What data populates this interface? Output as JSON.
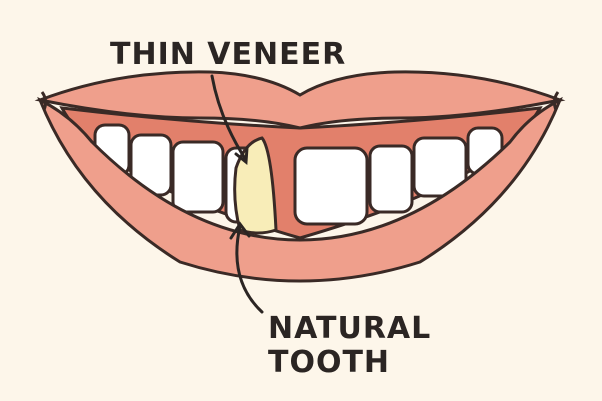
{
  "labels": {
    "veneer": "THIN VENEER",
    "natural_line1": "NATURAL",
    "natural_line2": "TOOTH"
  },
  "colors": {
    "background": "#fdf6ea",
    "lips": "#ef9f8c",
    "gums": "#e2806b",
    "outline": "#3a2a26",
    "teeth": "#ffffff",
    "veneer": "#f8edb8"
  }
}
